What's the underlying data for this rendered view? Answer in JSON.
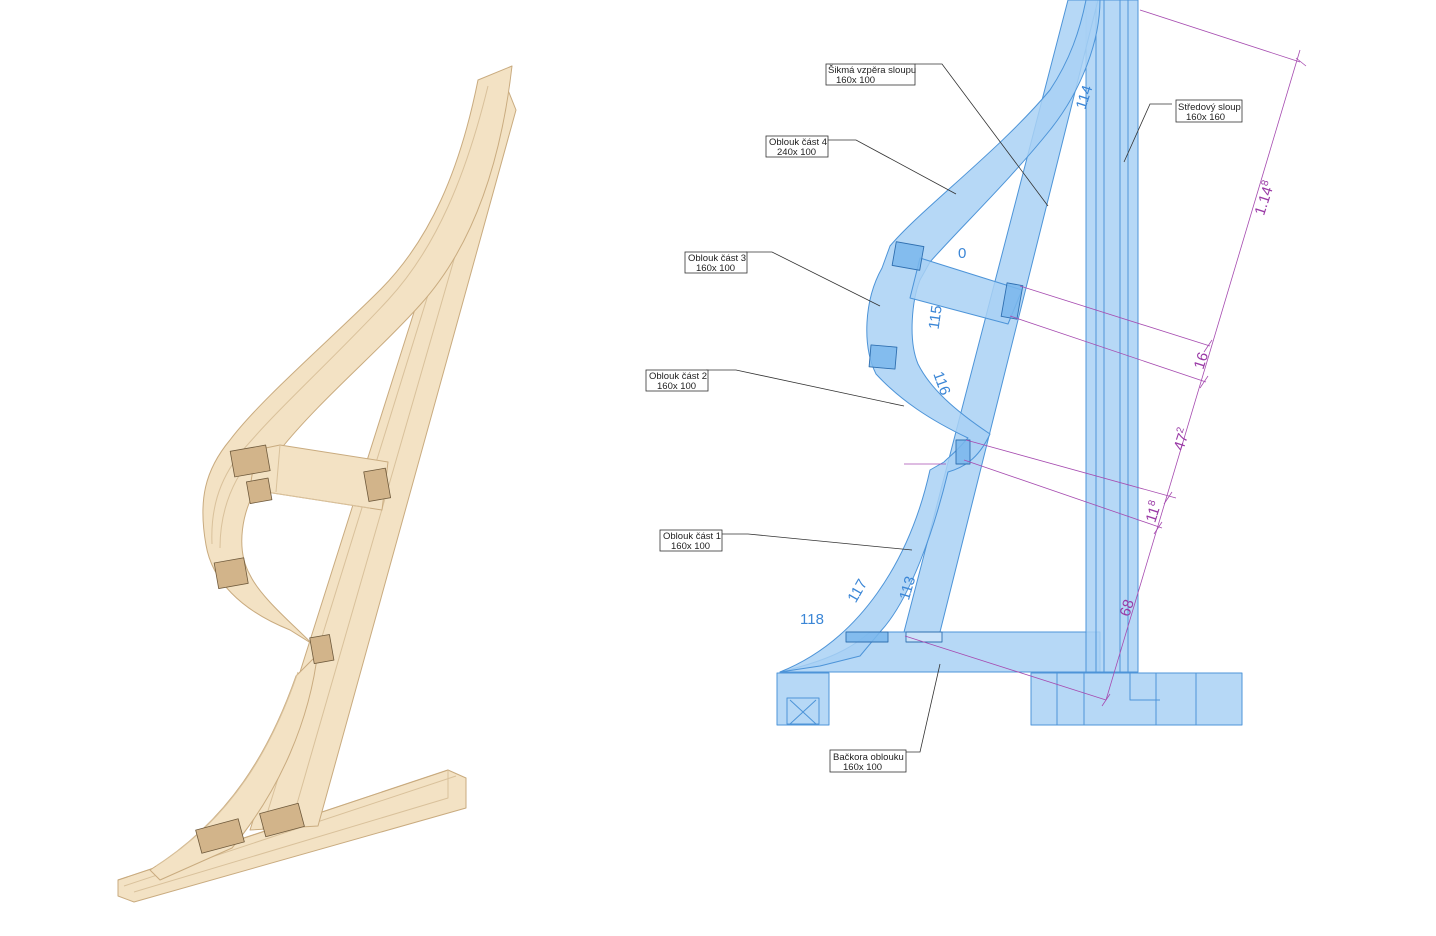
{
  "callouts": [
    {
      "name": "Šikmá vzpěra sloupu",
      "size": "160x   100"
    },
    {
      "name": "Oblouk část 4",
      "size": "240x   100"
    },
    {
      "name": "Středový sloup",
      "size": "160x   160"
    },
    {
      "name": "Oblouk část 3",
      "size": "160x   100"
    },
    {
      "name": "Oblouk část 2",
      "size": "160x   100"
    },
    {
      "name": "Oblouk část 1",
      "size": "160x   100"
    },
    {
      "name": "Bačkora oblouku",
      "size": "160x   100"
    }
  ],
  "blue_dims": [
    "114",
    "0",
    "115",
    "116",
    "117",
    "113",
    "118"
  ],
  "magenta_dims": [
    {
      "main": "1.14",
      "sup": "8"
    },
    {
      "main": "16",
      "sup": ""
    },
    {
      "main": "47",
      "sup": "2"
    },
    {
      "main": "11",
      "sup": "8"
    },
    {
      "main": "68",
      "sup": ""
    }
  ],
  "colors": {
    "wood_fill": "#f3e2c4",
    "wood_stroke": "#c9ab7f",
    "blue_fill": "#a9d1f5",
    "blue_stroke": "#4d94d8",
    "magenta": "#a64bb0"
  }
}
